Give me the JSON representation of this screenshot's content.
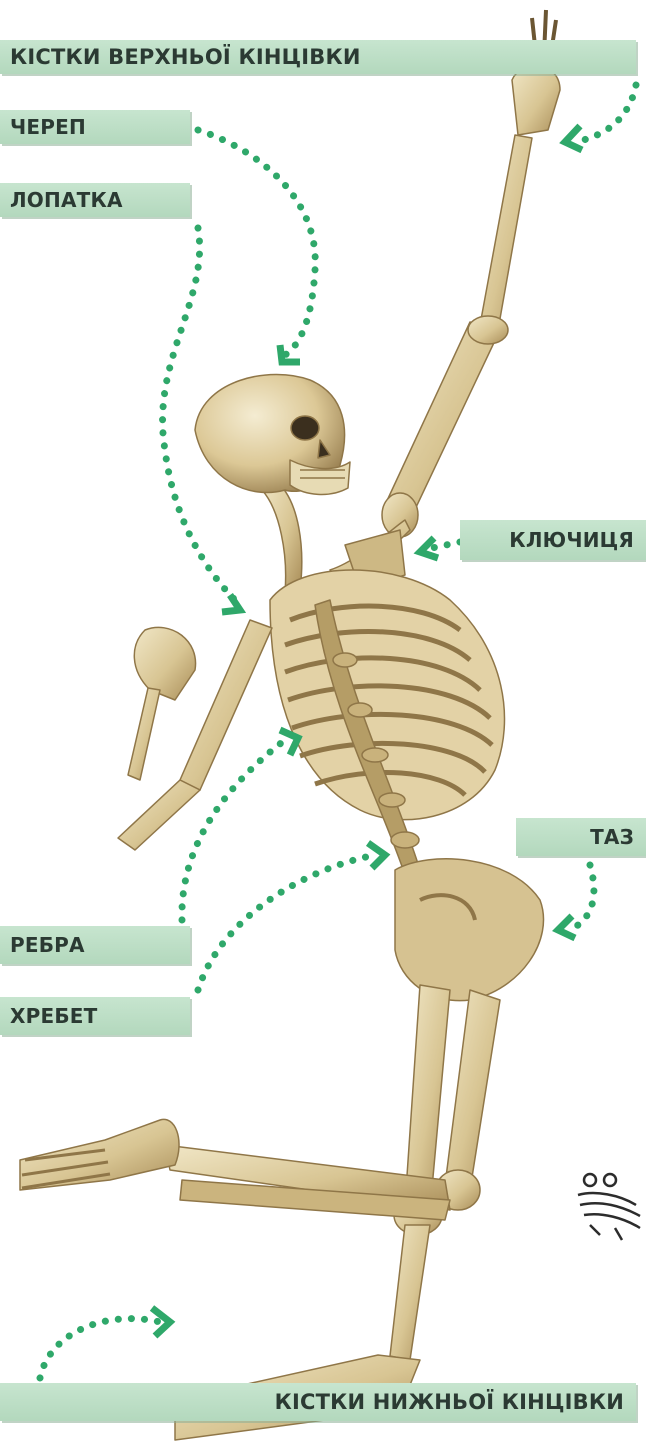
{
  "labels": {
    "upper_limb": "КІСТКИ ВЕРХНЬОЇ КІНЦІВКИ",
    "skull": "ЧЕРЕП",
    "scapula": "ЛОПАТКА",
    "clavicle": "КЛЮЧИЦЯ",
    "pelvis": "ТАЗ",
    "ribs": "РЕБРА",
    "spine": "ХРЕБЕТ",
    "lower_limb": "КІСТКИ НИЖНЬОЇ КІНЦІВКИ"
  },
  "colors": {
    "label_bg": "#bfe0c8",
    "label_text": "#2b3a33",
    "arrow": "#2fa86a",
    "bone": "#d9c79a",
    "bone_dark": "#9c8556",
    "bone_light": "#efe4c2"
  },
  "icons": {
    "corner_icon": "people-exercise-icon"
  }
}
